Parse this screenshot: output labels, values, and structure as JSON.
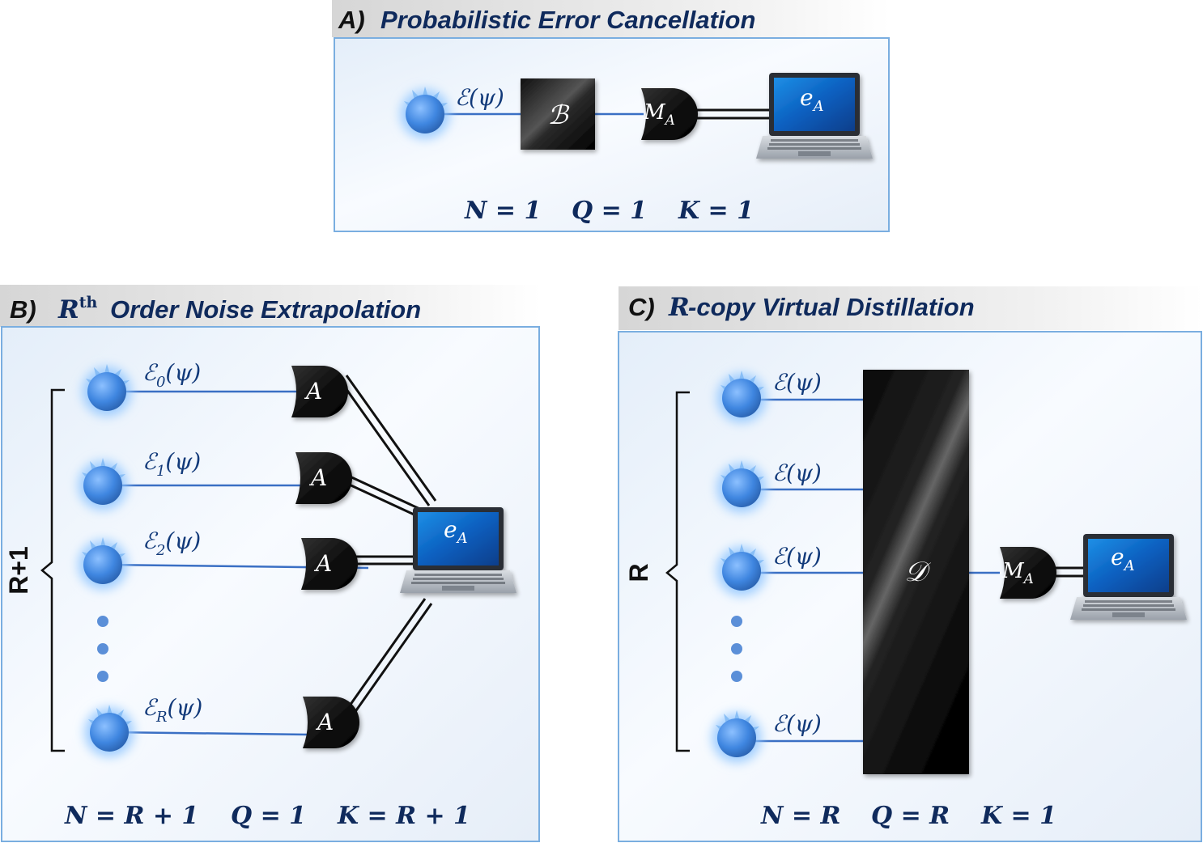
{
  "panels": {
    "a": {
      "letter": "A)",
      "title": "Probabilistic Error Cancellation",
      "state_label": "ℰ(ψ)",
      "box_label": "ℬ",
      "meter_label": "M",
      "meter_sub": "A",
      "laptop_label": "e",
      "laptop_sub": "A",
      "eq_n": "N = 1",
      "eq_q": "Q = 1",
      "eq_k": "K = 1"
    },
    "b": {
      "letter": "B)",
      "title_r": "R",
      "title_sup": "th",
      "title": "Order Noise Extrapolation",
      "brace_label": "R+1",
      "states": [
        {
          "label": "ℰ",
          "sub": "0",
          "arg": "(ψ)"
        },
        {
          "label": "ℰ",
          "sub": "1",
          "arg": "(ψ)"
        },
        {
          "label": "ℰ",
          "sub": "2",
          "arg": "(ψ)"
        },
        {
          "label": "ℰ",
          "sub": "R",
          "arg": "(ψ)"
        }
      ],
      "meter_label": "A",
      "laptop_label": "e",
      "laptop_sub": "A",
      "eq_n": "N = R + 1",
      "eq_q": "Q = 1",
      "eq_k": "K = R + 1"
    },
    "c": {
      "letter": "C)",
      "title_r": "R",
      "title": "-copy Virtual Distillation",
      "brace_label": "R",
      "state_label": "ℰ(ψ)",
      "box_label": "𝒟",
      "meter_label": "M",
      "meter_sub": "A",
      "laptop_label": "e",
      "laptop_sub": "A",
      "eq_n": "N = R",
      "eq_q": "Q = R",
      "eq_k": "K = 1"
    }
  },
  "colors": {
    "title_text": "#0f2a5c",
    "panel_border": "#7aaee0",
    "wire": "#3a6fc4",
    "qubit": "#3f86e0",
    "glow": "#6db2ff"
  }
}
